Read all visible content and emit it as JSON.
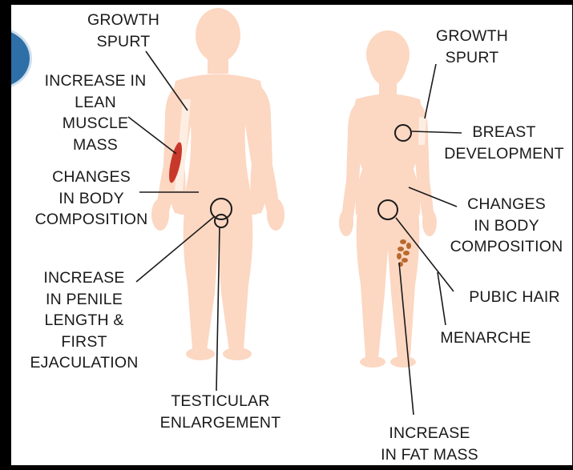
{
  "male": {
    "growth_spurt": "GROWTH\nSPURT",
    "lean_muscle": "INCREASE IN\nLEAN\nMUSCLE\nMASS",
    "body_composition": "CHANGES\nIN BODY\nCOMPOSITION",
    "penile": "INCREASE\nIN PENILE\nLENGTH &\nFIRST\nEJACULATION",
    "testicular": "TESTICULAR\nENLARGEMENT"
  },
  "female": {
    "growth_spurt": "GROWTH\nSPURT",
    "breast": "BREAST\nDEVELOPMENT",
    "body_composition": "CHANGES\nIN BODY\nCOMPOSITION",
    "pubic_hair": "PUBIC HAIR",
    "menarche": "MENARCHE",
    "fat_mass": "INCREASE\nIN FAT MASS"
  },
  "colors": {
    "skin": "#fcd7c2",
    "bone": "#fdeee3",
    "muscle": "#c8382a",
    "fat": "#b86a2e",
    "line": "#1a1a1a",
    "badge": "#2e6fa7",
    "frame": "#000000"
  }
}
